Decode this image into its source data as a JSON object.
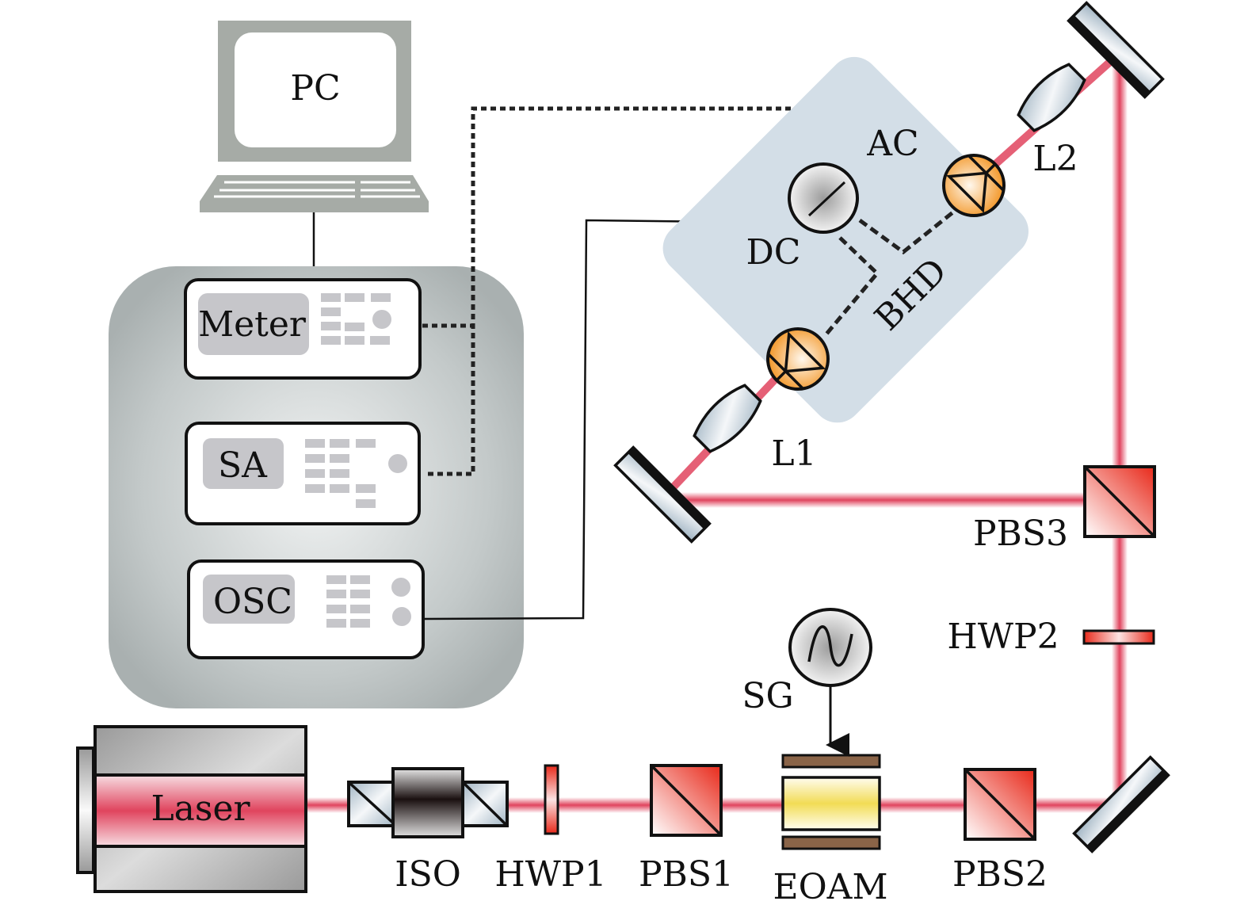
{
  "title": "Balanced homodyne detection experimental setup",
  "colors": {
    "beam": "#e0445e",
    "instrument_bg": "#a9b0b0",
    "bhd_bg": "#d3dee7",
    "pc_frame": "#a6aba6",
    "button_gray": "#c6c6ca",
    "photodiode": "#f39a2e",
    "eoam_crystal": "#f2dc55",
    "eoam_electrode": "#8a6448",
    "pbs_red": "#e8291a"
  },
  "computer": {
    "label": "PC"
  },
  "instruments": [
    {
      "id": "meter",
      "label": "Meter"
    },
    {
      "id": "sa",
      "label": "SA"
    },
    {
      "id": "osc",
      "label": "OSC"
    }
  ],
  "detector": {
    "label": "BHD",
    "ac_label": "AC",
    "dc_label": "DC"
  },
  "optics": {
    "laser": "Laser",
    "iso": "ISO",
    "hwp1": "HWP1",
    "pbs1": "PBS1",
    "eoam": "EOAM",
    "sg": "SG",
    "pbs2": "PBS2",
    "hwp2": "HWP2",
    "pbs3": "PBS3",
    "l1": "L1",
    "l2": "L2"
  }
}
